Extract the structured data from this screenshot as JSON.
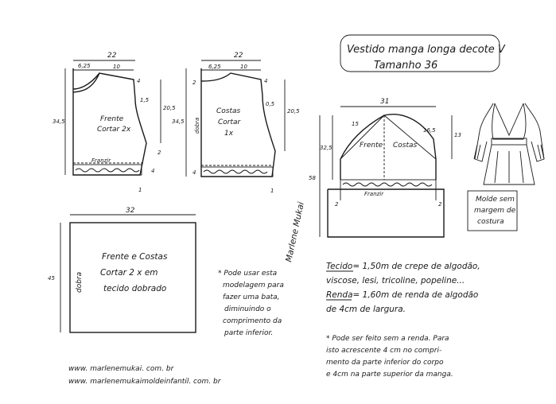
{
  "title": {
    "line1": "Vestido manga longa decote V",
    "line2": "Tamanho 36"
  },
  "front_piece": {
    "width_total": "22",
    "neck_width": "6,25",
    "shoulder": "10",
    "neck_drop": "4",
    "shoulder_drop": "1,5",
    "armhole_depth": "20,5",
    "length": "34,5",
    "side_in": "2",
    "hem_up": "4",
    "hem_side": "1",
    "label_line1": "Frente",
    "label_line2": "Cortar 2x",
    "gather": "Franzir"
  },
  "back_piece": {
    "width_total": "22",
    "neck_width": "6,25",
    "shoulder": "10",
    "neck_drop": "2",
    "shoulder_drop": "4",
    "armhole_inset": "0,5",
    "armhole_depth": "20,5",
    "length": "34,5",
    "hem_up": "4",
    "hem_side": "1",
    "fold": "dobra",
    "label_line1": "Costas",
    "label_line2": "Cortar",
    "label_line3": "1x"
  },
  "sleeve": {
    "width": "31",
    "cap_front": "15",
    "cap_back": "16,5",
    "cap_height": "13",
    "cap_depth": "32,5",
    "length": "58",
    "side_in_left": "2",
    "side_in_right": "2",
    "label_front": "Frente",
    "label_back": "Costas",
    "gather": "Franzir"
  },
  "skirt": {
    "width": "32",
    "length": "45",
    "fold": "dobra",
    "label_line1": "Frente e Costas",
    "label_line2": "Cortar 2 x em",
    "label_line3": "tecido dobrado"
  },
  "note_blouse": [
    "* Pode usar esta",
    "modelagem para",
    "fazer uma bata,",
    "diminuindo o",
    "comprimento da",
    "parte inferior."
  ],
  "fabric": {
    "line1_label": "Tecido",
    "line1_value": "= 1,50m de crepe de algodão,",
    "line2": "viscose, lesi, tricoline, popeline...",
    "line3_label": "Renda",
    "line3_value": "= 1,60m de renda de algodão",
    "line4": "de 4cm de largura."
  },
  "note_lace": [
    "* Pode ser feito sem a renda. Para",
    "isto acrescente 4 cm no compri-",
    "mento da parte inferior do corpo",
    "e 4cm na parte superior da manga."
  ],
  "mold_note": [
    "Molde sem",
    "margem de",
    "costura"
  ],
  "signature": "Marlene Mukai",
  "website1": "www. marlenemukai. com. br",
  "website2": "www. marlenemukaimoldeinfantil. com. br"
}
